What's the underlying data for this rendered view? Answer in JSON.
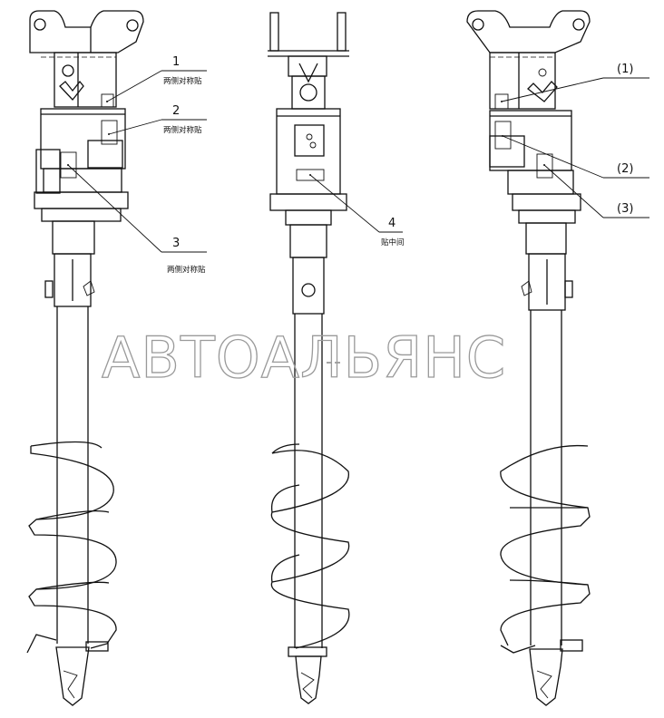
{
  "watermark": "АВТОАЛЬЯНС",
  "left_view": {
    "callouts": [
      {
        "number": "1",
        "note": "两侧对称贴"
      },
      {
        "number": "2",
        "note": "两侧对称贴"
      },
      {
        "number": "3",
        "note": "两侧对称贴"
      }
    ]
  },
  "center_view": {
    "callouts": [
      {
        "number": "4",
        "note": "贴中间"
      }
    ]
  },
  "right_view": {
    "callouts": [
      {
        "number": "(1)"
      },
      {
        "number": "(2)"
      },
      {
        "number": "(3)"
      }
    ]
  }
}
